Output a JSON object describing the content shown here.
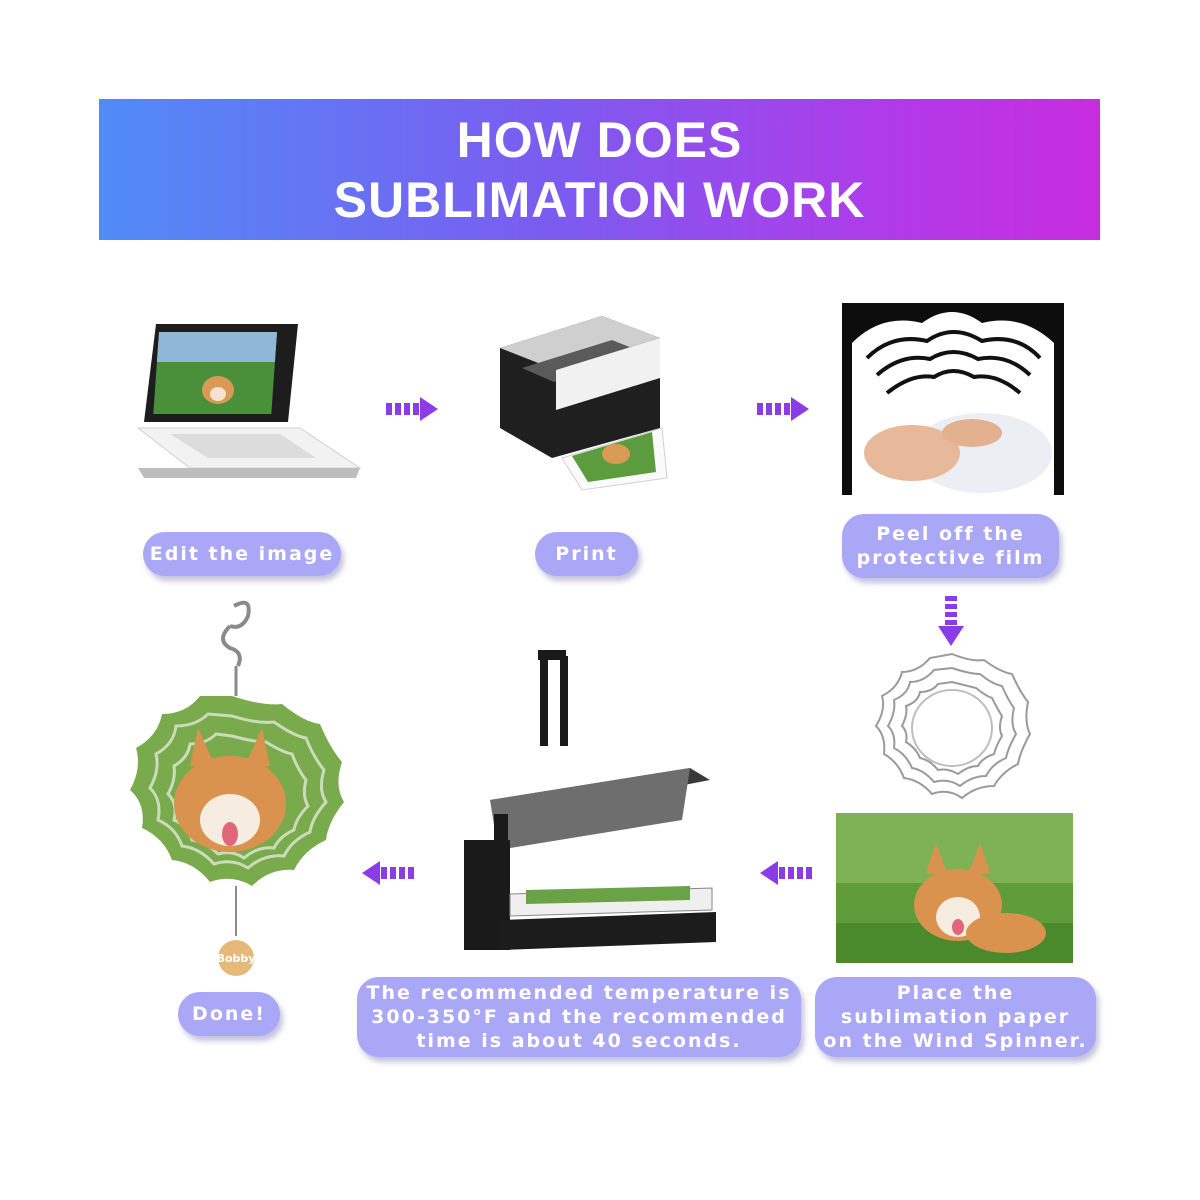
{
  "header": {
    "title_line1": "HOW DOES",
    "title_line2": "SUBLIMATION WORK"
  },
  "steps": {
    "edit": "Edit the image",
    "print": "Print",
    "peel_line1": "Peel off the",
    "peel_line2": "protective film",
    "place_line1": "Place the",
    "place_line2": "sublimation paper",
    "place_line3": "on the Wind Spinner.",
    "temp_line1": "The recommended temperature is",
    "temp_line2": "300-350°F and the recommended",
    "temp_line3": "time is about 40 seconds.",
    "done": "Done!"
  },
  "tag_text": "Bobby",
  "colors": {
    "banner_start": "#4f8cf6",
    "banner_end": "#c72ddf",
    "pill": "#a9a7f6",
    "arrow": "#8a3ce6"
  }
}
